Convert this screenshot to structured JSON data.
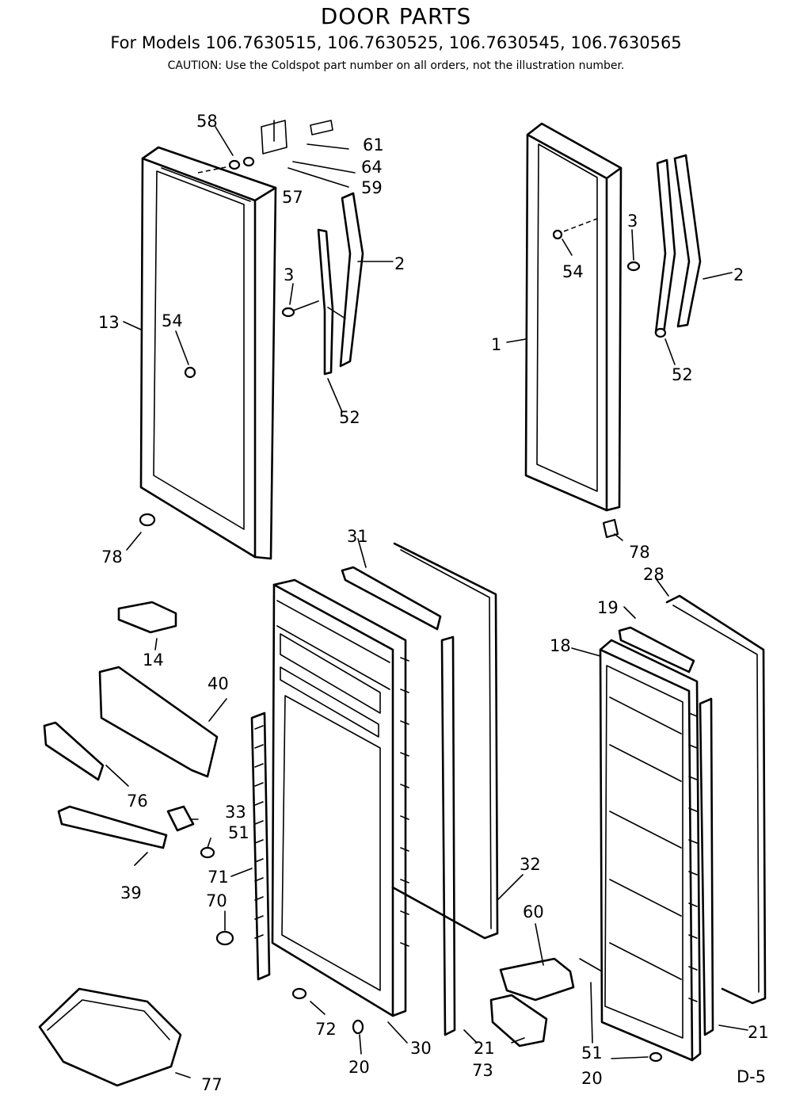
{
  "header": {
    "title": "DOOR PARTS",
    "subtitle": "For Models 106.7630515, 106.7630525, 106.7630545, 106.7630565",
    "caution": "CAUTION: Use the Coldspot part number on all orders, not the illustration number."
  },
  "callouts": {
    "c58": "58",
    "c61": "61",
    "c64": "64",
    "c59": "59",
    "c57": "57",
    "c2a": "2",
    "c3a": "3",
    "c13": "13",
    "c54a": "54",
    "c52a": "52",
    "c78a": "78",
    "c54b": "54",
    "c3b": "3",
    "c2b": "2",
    "c1": "1",
    "c52b": "52",
    "c78b": "78",
    "c28": "28",
    "c31": "31",
    "c19": "19",
    "c18": "18",
    "c14": "14",
    "c40": "40",
    "c76": "76",
    "c33": "33",
    "c51a": "51",
    "c39": "39",
    "c71": "71",
    "c70": "70",
    "c32": "32",
    "c60": "60",
    "c72": "72",
    "c30": "30",
    "c20a": "20",
    "c21a": "21",
    "c73": "73",
    "c51b": "51",
    "c21b": "21",
    "c20b": "20",
    "c77": "77"
  },
  "page_code": "D-5"
}
